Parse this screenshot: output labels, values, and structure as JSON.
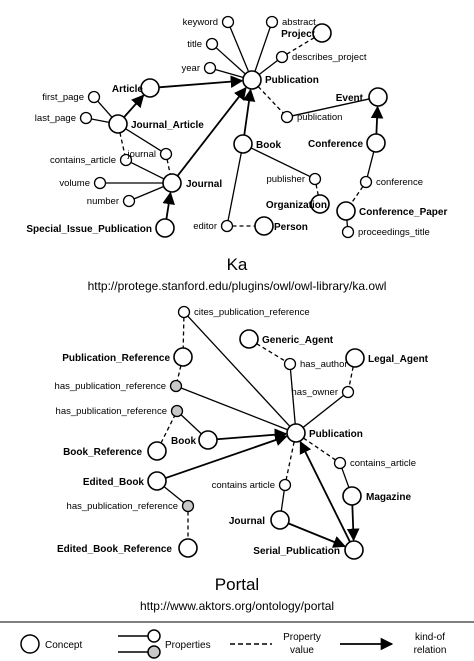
{
  "ka": {
    "title": "Ka",
    "url": "http://protege.stanford.edu/plugins/owl/owl-library/ka.owl",
    "nodes": [
      {
        "id": "publication",
        "label": "Publication",
        "kind": "concept"
      },
      {
        "id": "keyword",
        "label": "keyword",
        "kind": "prop"
      },
      {
        "id": "abstract",
        "label": "abstract",
        "kind": "prop"
      },
      {
        "id": "title",
        "label": "title",
        "kind": "prop"
      },
      {
        "id": "year",
        "label": "year",
        "kind": "prop"
      },
      {
        "id": "project",
        "label": "Project",
        "kind": "concept"
      },
      {
        "id": "describes_project",
        "label": "describes_project",
        "kind": "prop"
      },
      {
        "id": "article",
        "label": "Article",
        "kind": "concept"
      },
      {
        "id": "journal_article",
        "label": "Journal_Article",
        "kind": "concept"
      },
      {
        "id": "first_page",
        "label": "first_page",
        "kind": "prop"
      },
      {
        "id": "last_page",
        "label": "last_page",
        "kind": "prop"
      },
      {
        "id": "contains_article",
        "label": "contains_article",
        "kind": "prop"
      },
      {
        "id": "journal_prop",
        "label": "journal",
        "kind": "prop"
      },
      {
        "id": "journal",
        "label": "Journal",
        "kind": "concept"
      },
      {
        "id": "volume",
        "label": "volume",
        "kind": "prop"
      },
      {
        "id": "number",
        "label": "number",
        "kind": "prop"
      },
      {
        "id": "special_issue",
        "label": "Special_Issue_Publication",
        "kind": "concept"
      },
      {
        "id": "event",
        "label": "Event",
        "kind": "concept"
      },
      {
        "id": "publication_prop",
        "label": "publication",
        "kind": "prop"
      },
      {
        "id": "conference",
        "label": "Conference",
        "kind": "concept"
      },
      {
        "id": "book",
        "label": "Book",
        "kind": "concept"
      },
      {
        "id": "publisher",
        "label": "publisher",
        "kind": "prop"
      },
      {
        "id": "organization",
        "label": "Organization",
        "kind": "concept"
      },
      {
        "id": "conference_prop",
        "label": "conference",
        "kind": "prop"
      },
      {
        "id": "conference_paper",
        "label": "Conference_Paper",
        "kind": "concept"
      },
      {
        "id": "editor",
        "label": "editor",
        "kind": "prop"
      },
      {
        "id": "person",
        "label": "Person",
        "kind": "concept"
      },
      {
        "id": "proceedings_title",
        "label": "proceedings_title",
        "kind": "prop"
      }
    ]
  },
  "portal": {
    "title": "Portal",
    "url": "http://www.aktors.org/ontology/portal",
    "nodes": [
      {
        "id": "publication",
        "label": "Publication",
        "kind": "concept"
      },
      {
        "id": "cites_publication_reference",
        "label": "cites_publication_reference",
        "kind": "prop"
      },
      {
        "id": "generic_agent",
        "label": "Generic_Agent",
        "kind": "concept"
      },
      {
        "id": "publication_reference",
        "label": "Publication_Reference",
        "kind": "concept"
      },
      {
        "id": "has_author",
        "label": "has_author",
        "kind": "prop"
      },
      {
        "id": "legal_agent",
        "label": "Legal_Agent",
        "kind": "concept"
      },
      {
        "id": "has_pub_ref_1",
        "label": "has_publication_reference",
        "kind": "prop-grey"
      },
      {
        "id": "has_owner",
        "label": "has_owner",
        "kind": "prop"
      },
      {
        "id": "has_pub_ref_2",
        "label": "has_publication_reference",
        "kind": "prop-grey"
      },
      {
        "id": "book",
        "label": "Book",
        "kind": "concept"
      },
      {
        "id": "book_reference",
        "label": "Book_Reference",
        "kind": "concept"
      },
      {
        "id": "contains_article",
        "label": "contains_article",
        "kind": "prop"
      },
      {
        "id": "edited_book",
        "label": "Edited_Book",
        "kind": "concept"
      },
      {
        "id": "contains_article_2",
        "label": "contains article",
        "kind": "prop"
      },
      {
        "id": "magazine",
        "label": "Magazine",
        "kind": "concept"
      },
      {
        "id": "has_pub_ref_3",
        "label": "has_publication_reference",
        "kind": "prop-grey"
      },
      {
        "id": "journal",
        "label": "Journal",
        "kind": "concept"
      },
      {
        "id": "serial_publication",
        "label": "Serial_Publication",
        "kind": "concept"
      },
      {
        "id": "edited_book_reference",
        "label": "Edited_Book_Reference",
        "kind": "concept"
      }
    ]
  },
  "legend": {
    "concept": "Concept",
    "properties": "Properties",
    "property_value_1": "Property",
    "property_value_2": "value",
    "kind_of_1": "kind-of",
    "kind_of_2": "relation"
  }
}
